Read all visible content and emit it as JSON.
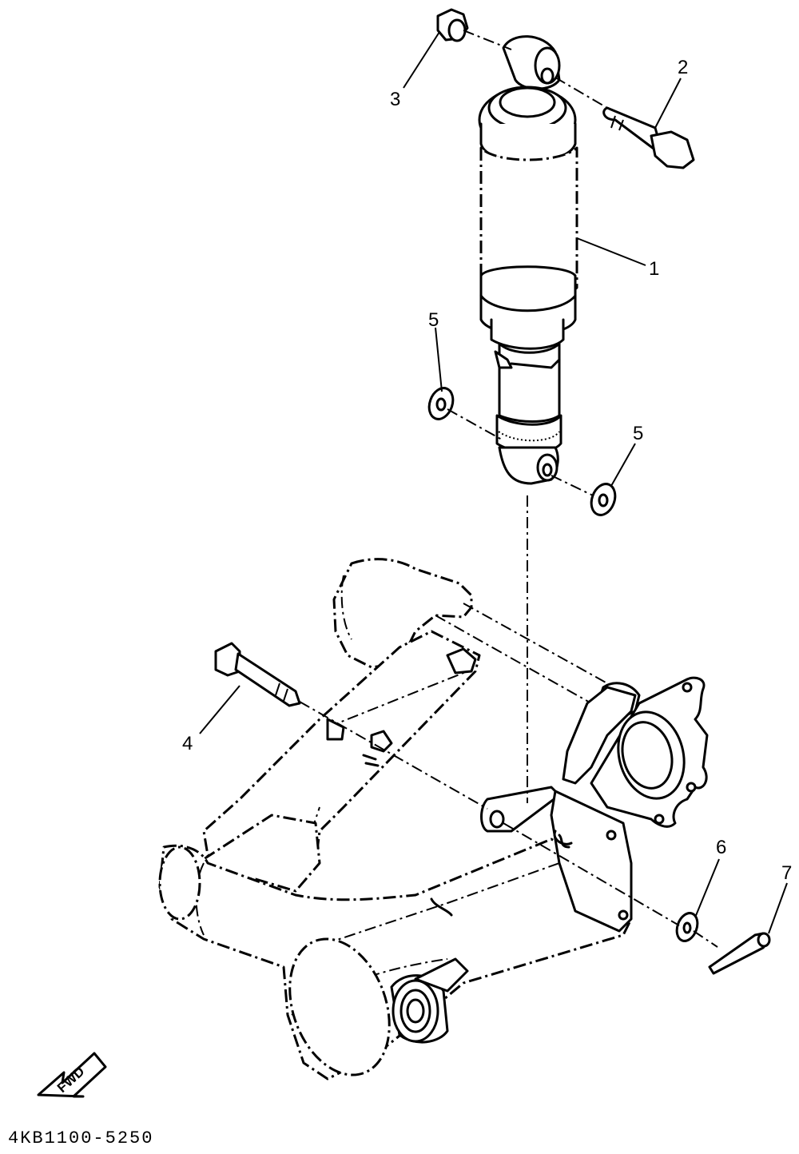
{
  "diagram": {
    "code": "4KB1100-5250",
    "fwd_label": "FWD"
  },
  "callouts": [
    {
      "id": "1",
      "label": "1",
      "part": "rear-shock-absorber"
    },
    {
      "id": "2",
      "label": "2",
      "part": "upper-bolt"
    },
    {
      "id": "3",
      "label": "3",
      "part": "upper-nut"
    },
    {
      "id": "4",
      "label": "4",
      "part": "lower-pivot-bolt"
    },
    {
      "id": "5a",
      "label": "5",
      "part": "washer-left"
    },
    {
      "id": "5b",
      "label": "5",
      "part": "washer-right"
    },
    {
      "id": "6",
      "label": "6",
      "part": "washer-lower"
    },
    {
      "id": "7",
      "label": "7",
      "part": "cotter-pin"
    }
  ]
}
